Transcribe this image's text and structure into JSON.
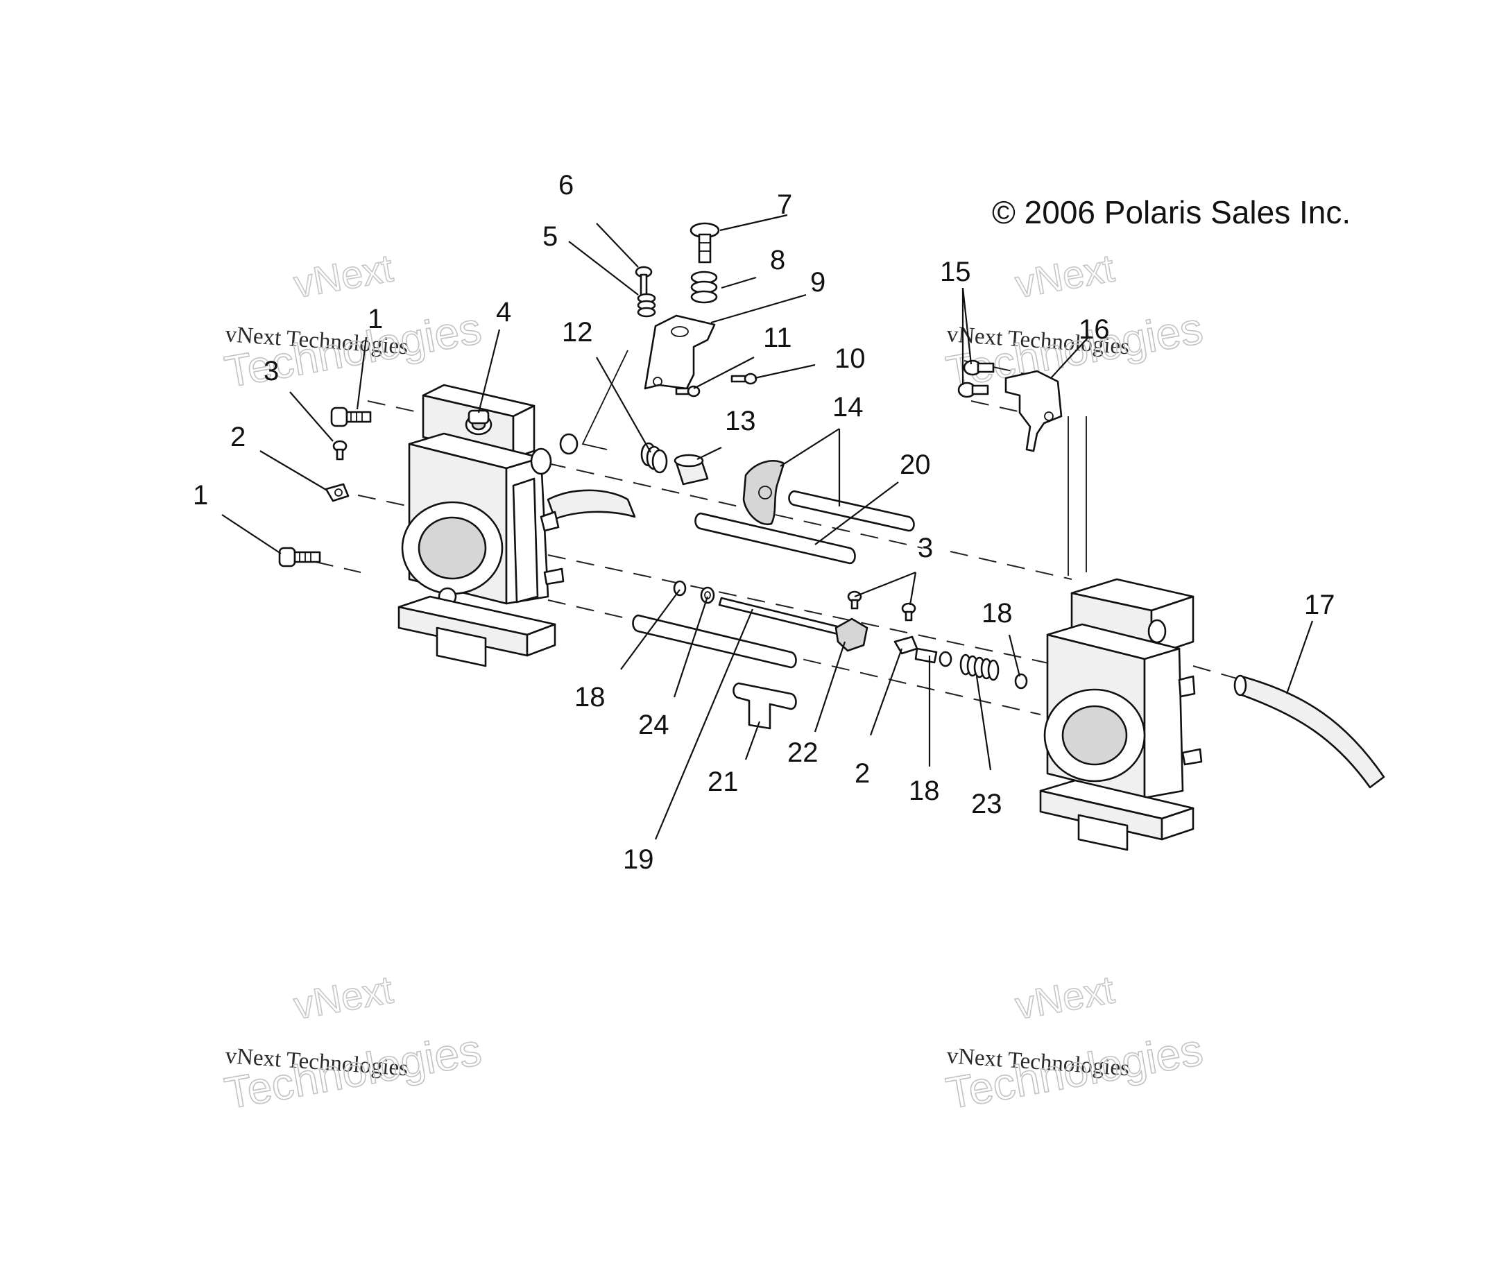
{
  "copyright": "© 2006 Polaris Sales Inc.",
  "watermark": {
    "line1": "vNext",
    "line2": "vNext Technologies",
    "line3": "Technologies"
  },
  "callouts": [
    "1",
    "1",
    "2",
    "2",
    "3",
    "3",
    "4",
    "5",
    "6",
    "7",
    "8",
    "9",
    "10",
    "11",
    "12",
    "13",
    "14",
    "15",
    "16",
    "17",
    "18",
    "18",
    "18",
    "19",
    "20",
    "21",
    "22",
    "23",
    "24"
  ]
}
